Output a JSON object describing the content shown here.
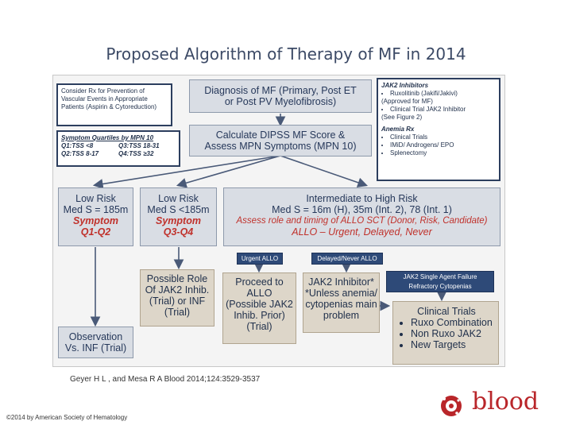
{
  "title": "Proposed Algorithm of Therapy of MF in 2014",
  "consider": {
    "l1": "Consider Rx for Prevention of",
    "l2": "Vascular Events in Appropriate",
    "l3": "Patients (Aspirin & Cytoreduction)"
  },
  "quartiles": {
    "heading": "Symptom Quartiles by MPN 10",
    "q1": "Q1:TSS <8",
    "q3": "Q3:TSS 18-31",
    "q2": "Q2:TSS  8-17",
    "q4": "Q4:TSS ≥32"
  },
  "diagnosis": {
    "l1": "Diagnosis of MF (Primary, Post ET",
    "l2": "or Post PV Myelofibrosis)"
  },
  "calculate": {
    "l1": "Calculate DIPSS MF Score &",
    "l2": "Assess MPN Symptoms (MPN 10)"
  },
  "jak2": {
    "heading": "JAK2 Inhibitors",
    "item1": "Ruxolitinib (Jakifi/Jakivi)",
    "approved": "(Approved for MF)",
    "item2": "Clinical Trial JAK2 Inhibitor",
    "see": "(See Figure 2)",
    "anemia_heading": "Anemia Rx",
    "anemia1": "Clinical Trials",
    "anemia2": "IMiD/ Androgens/ EPO",
    "anemia3": "Splenectomy"
  },
  "low_risk": {
    "l1": "Low Risk",
    "l2": "Med S = 185m",
    "l3": "Symptom",
    "l4": "Q1-Q2"
  },
  "low_risk2": {
    "l1": "Low Risk",
    "l2": "Med S <185m",
    "l3": "Symptom",
    "l4": "Q3-Q4"
  },
  "intermediate": {
    "l1": "Intermediate to High Risk",
    "l2": "Med S = 16m (H), 35m (Int. 2), 78 (Int. 1)",
    "l3": "Assess role and timing of ALLO SCT (Donor, Risk, Candidate)",
    "l4": "ALLO – Urgent, Delayed, Never"
  },
  "urgent": "Urgent ALLO",
  "delayed": "Delayed/Never ALLO",
  "jak2_failure": {
    "l1": "JAK2 Single Agent Failure",
    "l2": "Refractory Cytopenias"
  },
  "possible": {
    "l1": "Possible Role",
    "l2": "Of JAK2 Inhib.",
    "l3": "(Trial) or INF",
    "l4": "(Trial)"
  },
  "proceed": {
    "l1": "Proceed to",
    "l2": "ALLO",
    "l3": "(Possible JAK2",
    "l4": "Inhib. Prior)",
    "l5": "(Trial)"
  },
  "jak2_inhibitor": {
    "l1": "JAK2 Inhibitor*",
    "l2": "*Unless anemia/",
    "l3": "cytopenias main",
    "l4": "problem"
  },
  "clinical": {
    "heading": "Clinical Trials",
    "i1": "Ruxo Combination",
    "i2": "Non Ruxo JAK2",
    "i3": "New Targets"
  },
  "observation": {
    "l1": "Observation",
    "l2": "Vs. INF (Trial)"
  },
  "citation": "Geyer H L , and Mesa R A Blood 2014;124:3529-3537",
  "copyright": "©2014 by American Society of Hematology",
  "logo": "blood",
  "colors": {
    "navy": "#2e4a78",
    "red": "#c0312b",
    "box": "#d9dde4",
    "tan": "#ddd6c9"
  }
}
